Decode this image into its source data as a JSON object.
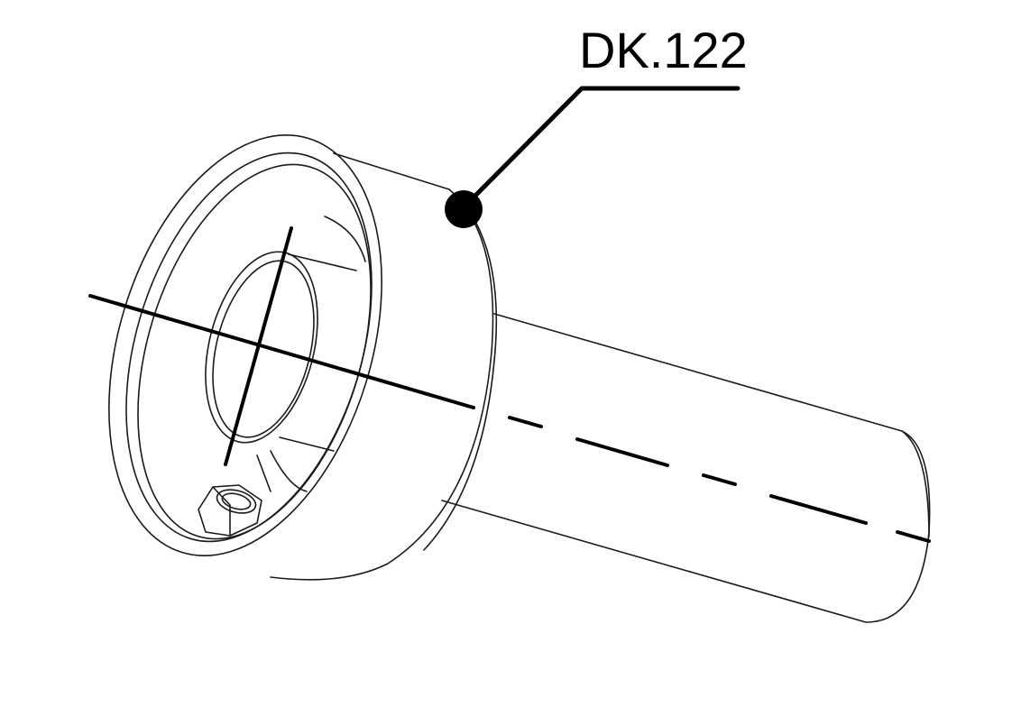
{
  "diagram": {
    "type": "technical-drawing",
    "subject": "cylindrical sleeve with flange and nut",
    "callout": {
      "label": "DK.122",
      "leader_line_color": "#000000",
      "dot_color": "#000000"
    },
    "line_color": "#1a1a1a",
    "background": "#ffffff"
  }
}
